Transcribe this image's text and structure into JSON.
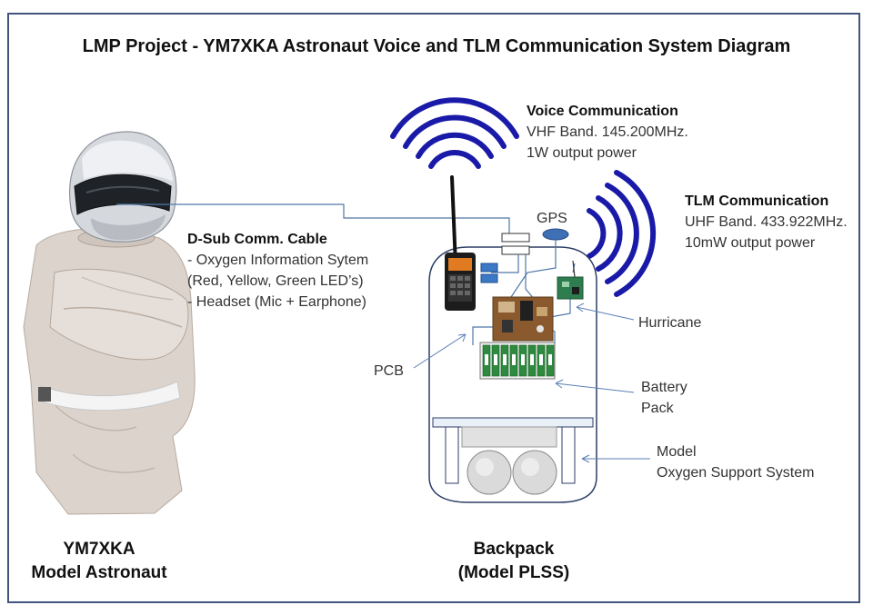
{
  "title": "LMP Project - YM7XKA Astronaut  Voice and TLM Communication System Diagram",
  "voice": {
    "heading": "Voice Communication",
    "lines": [
      "VHF Band. 145.200MHz.",
      "1W output power"
    ]
  },
  "tlm": {
    "heading": "TLM Communication",
    "lines": [
      "UHF Band. 433.922MHz.",
      "10mW output power"
    ]
  },
  "cable": {
    "heading": "D-Sub Comm. Cable",
    "lines": [
      "- Oxygen Information Sytem",
      "(Red, Yellow, Green LED’s)",
      "- Headset (Mic + Earphone)"
    ]
  },
  "labels": {
    "gps": "GPS",
    "hurricane": "Hurricane",
    "pcb": "PCB",
    "battery": [
      "Battery",
      "Pack"
    ],
    "oxygen": [
      "Model",
      "Oxygen Support System"
    ]
  },
  "captions": {
    "astronaut": [
      "YM7XKA",
      "Model Astronaut"
    ],
    "backpack": [
      "Backpack",
      "(Model PLSS)"
    ]
  },
  "colors": {
    "frame": "#41557f",
    "waves": "#1a1aa8",
    "leader": "#5b7fb5",
    "suit": "#d9cfc8",
    "pcb": "#8a5a2e",
    "hurricane_board": "#2e7d4f"
  }
}
